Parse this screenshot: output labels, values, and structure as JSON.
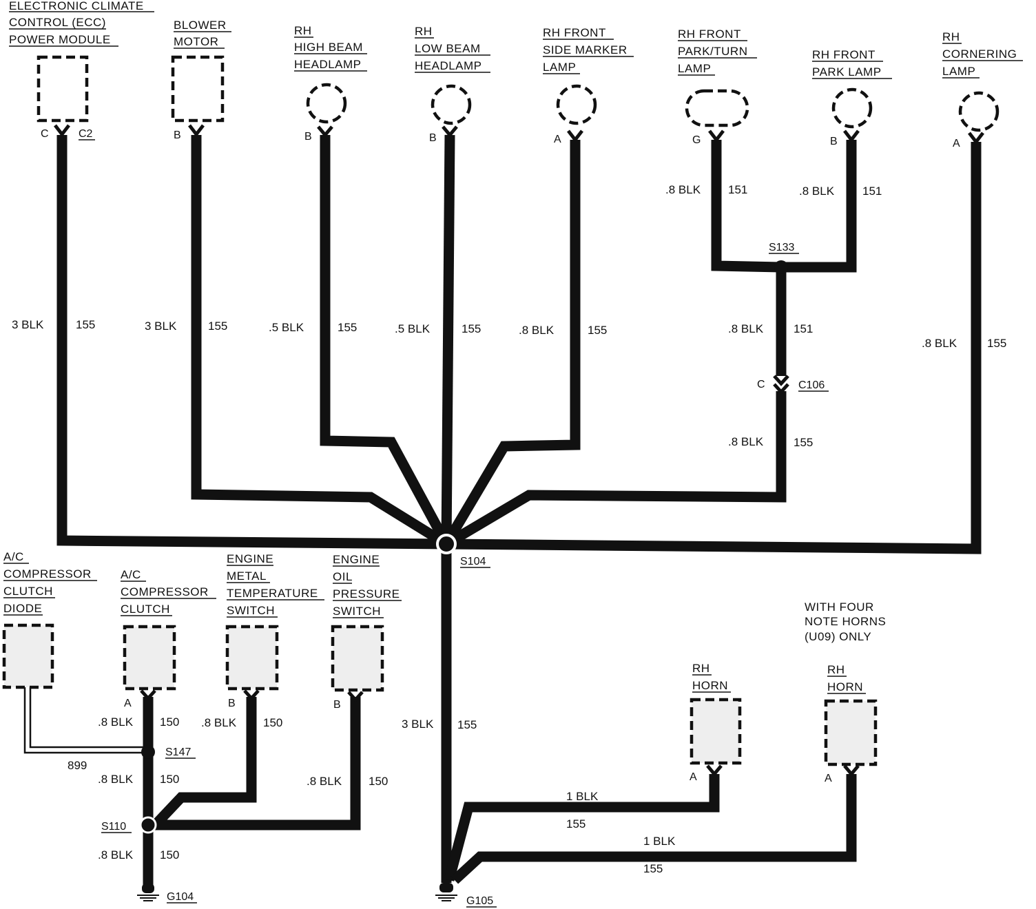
{
  "components": {
    "ecc": [
      "ELECTRONIC CLIMATE",
      "CONTROL (ECC)",
      "POWER MODULE"
    ],
    "blower": [
      "BLOWER",
      "MOTOR"
    ],
    "high_beam": [
      "RH",
      "HIGH BEAM",
      "HEADLAMP"
    ],
    "low_beam": [
      "RH",
      "LOW BEAM",
      "HEADLAMP"
    ],
    "side_marker": [
      "RH FRONT",
      "SIDE MARKER",
      "LAMP"
    ],
    "park_turn": [
      "RH FRONT",
      "PARK/TURN",
      "LAMP"
    ],
    "park_lamp": [
      "RH FRONT",
      "PARK LAMP"
    ],
    "cornering": [
      "RH",
      "CORNERING",
      "LAMP"
    ],
    "ac_diode": [
      "A/C",
      "COMPRESSOR",
      "CLUTCH",
      "DIODE"
    ],
    "ac_clutch": [
      "A/C",
      "COMPRESSOR",
      "CLUTCH"
    ],
    "engine_temp": [
      "ENGINE",
      "METAL",
      "TEMPERATURE",
      "SWITCH"
    ],
    "oil_pressure": [
      "ENGINE",
      "OIL",
      "PRESSURE",
      "SWITCH"
    ],
    "horn1": [
      "RH",
      "HORN"
    ],
    "horn2": [
      "RH",
      "HORN"
    ],
    "four_note_note": [
      "WITH FOUR",
      "NOTE HORNS",
      "(U09) ONLY"
    ]
  },
  "pins": {
    "ecc": "C",
    "ecc_connector": "C2",
    "blower": "B",
    "high_beam": "B",
    "low_beam": "B",
    "side_marker": "A",
    "park_turn": "G",
    "park_lamp": "B",
    "cornering": "A",
    "ac_clutch": "A",
    "engine_temp": "B",
    "oil_pressure": "B",
    "horn1": "A",
    "horn2": "A",
    "c106_pin": "C"
  },
  "wires": {
    "ecc": {
      "gauge": "3 BLK",
      "circuit": "155"
    },
    "blower": {
      "gauge": "3 BLK",
      "circuit": "155"
    },
    "high_beam": {
      "gauge": ".5 BLK",
      "circuit": "155"
    },
    "low_beam": {
      "gauge": ".5 BLK",
      "circuit": "155"
    },
    "side_marker": {
      "gauge": ".8 BLK",
      "circuit": "155"
    },
    "park_turn": {
      "gauge": ".8 BLK",
      "circuit": "151"
    },
    "park_lamp": {
      "gauge": ".8 BLK",
      "circuit": "151"
    },
    "s133_c106": {
      "gauge": ".8 BLK",
      "circuit": "151"
    },
    "c106_s104": {
      "gauge": ".8 BLK",
      "circuit": "155"
    },
    "cornering": {
      "gauge": ".8 BLK",
      "circuit": "155"
    },
    "ac_clutch": {
      "gauge": ".8 BLK",
      "circuit": "150"
    },
    "engine_temp": {
      "gauge": ".8 BLK",
      "circuit": "150"
    },
    "diode": {
      "circuit": "899"
    },
    "s147_s110": {
      "gauge": ".8 BLK",
      "circuit": "150"
    },
    "oil_pressure": {
      "gauge": ".8 BLK",
      "circuit": "150"
    },
    "s110_g104": {
      "gauge": ".8 BLK",
      "circuit": "150"
    },
    "s104_g105": {
      "gauge": "3 BLK",
      "circuit": "155"
    },
    "horn1": {
      "gauge": "1 BLK",
      "circuit": "155"
    },
    "horn2": {
      "gauge": "1 BLK",
      "circuit": "155"
    }
  },
  "splices": {
    "s104": "S104",
    "s133": "S133",
    "s147": "S147",
    "s110": "S110"
  },
  "connectors": {
    "c106": "C106"
  },
  "grounds": {
    "g104": "G104",
    "g105": "G105"
  }
}
